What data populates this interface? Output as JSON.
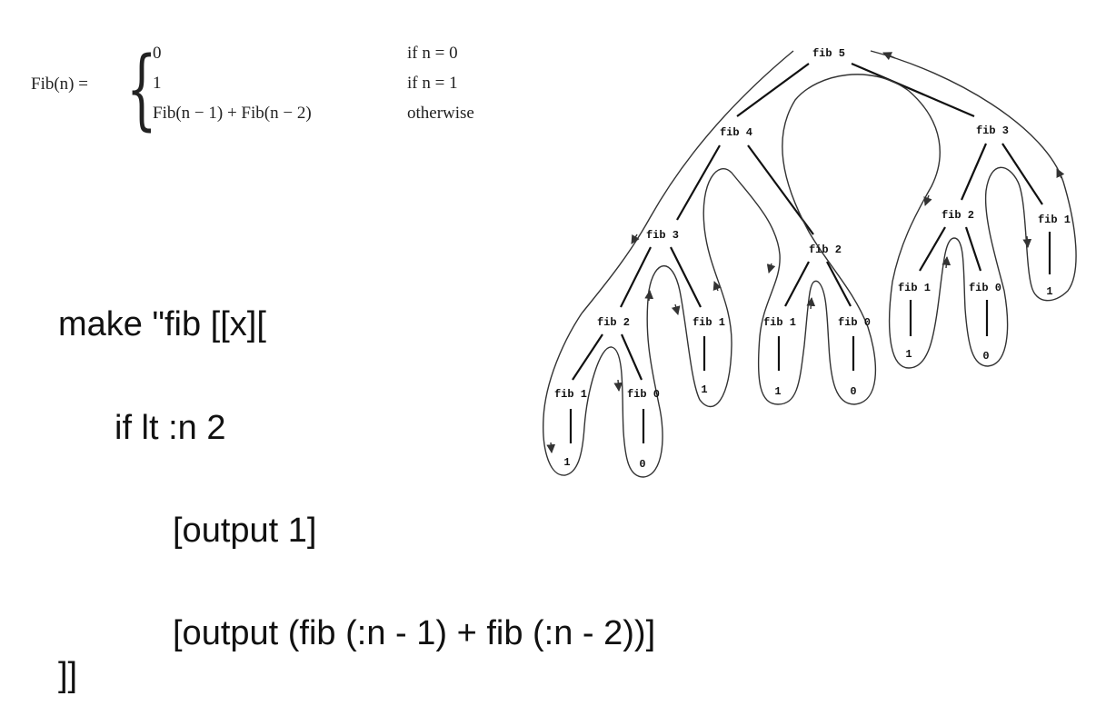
{
  "formula": {
    "lhs": "Fib(n) =",
    "cases": [
      {
        "expr": "0",
        "cond": "if n = 0"
      },
      {
        "expr": "1",
        "cond": "if n = 1"
      },
      {
        "expr": "Fib(n − 1) + Fib(n − 2)",
        "cond": "otherwise"
      }
    ]
  },
  "code": [
    "make \"fib [[x][",
    "if lt :n 2",
    "[output 1]",
    "[output (fib (:n - 1) + fib (:n - 2))]",
    "]]"
  ],
  "tree": {
    "nodes": [
      {
        "label": "fib 5"
      },
      {
        "label": "fib 4"
      },
      {
        "label": "fib 3"
      },
      {
        "label": "fib 3"
      },
      {
        "label": "fib 2"
      },
      {
        "label": "fib 2"
      },
      {
        "label": "fib 1"
      },
      {
        "label": "fib 2"
      },
      {
        "label": "fib 1"
      },
      {
        "label": "fib 1"
      },
      {
        "label": "fib 0"
      },
      {
        "label": "fib 1"
      },
      {
        "label": "fib 0"
      },
      {
        "label": "fib 1"
      },
      {
        "label": "fib 0"
      }
    ],
    "leaves": [
      {
        "value": "1"
      },
      {
        "value": "0"
      },
      {
        "value": "1"
      },
      {
        "value": "1"
      },
      {
        "value": "0"
      },
      {
        "value": "1"
      },
      {
        "value": "0"
      },
      {
        "value": "1"
      }
    ]
  }
}
